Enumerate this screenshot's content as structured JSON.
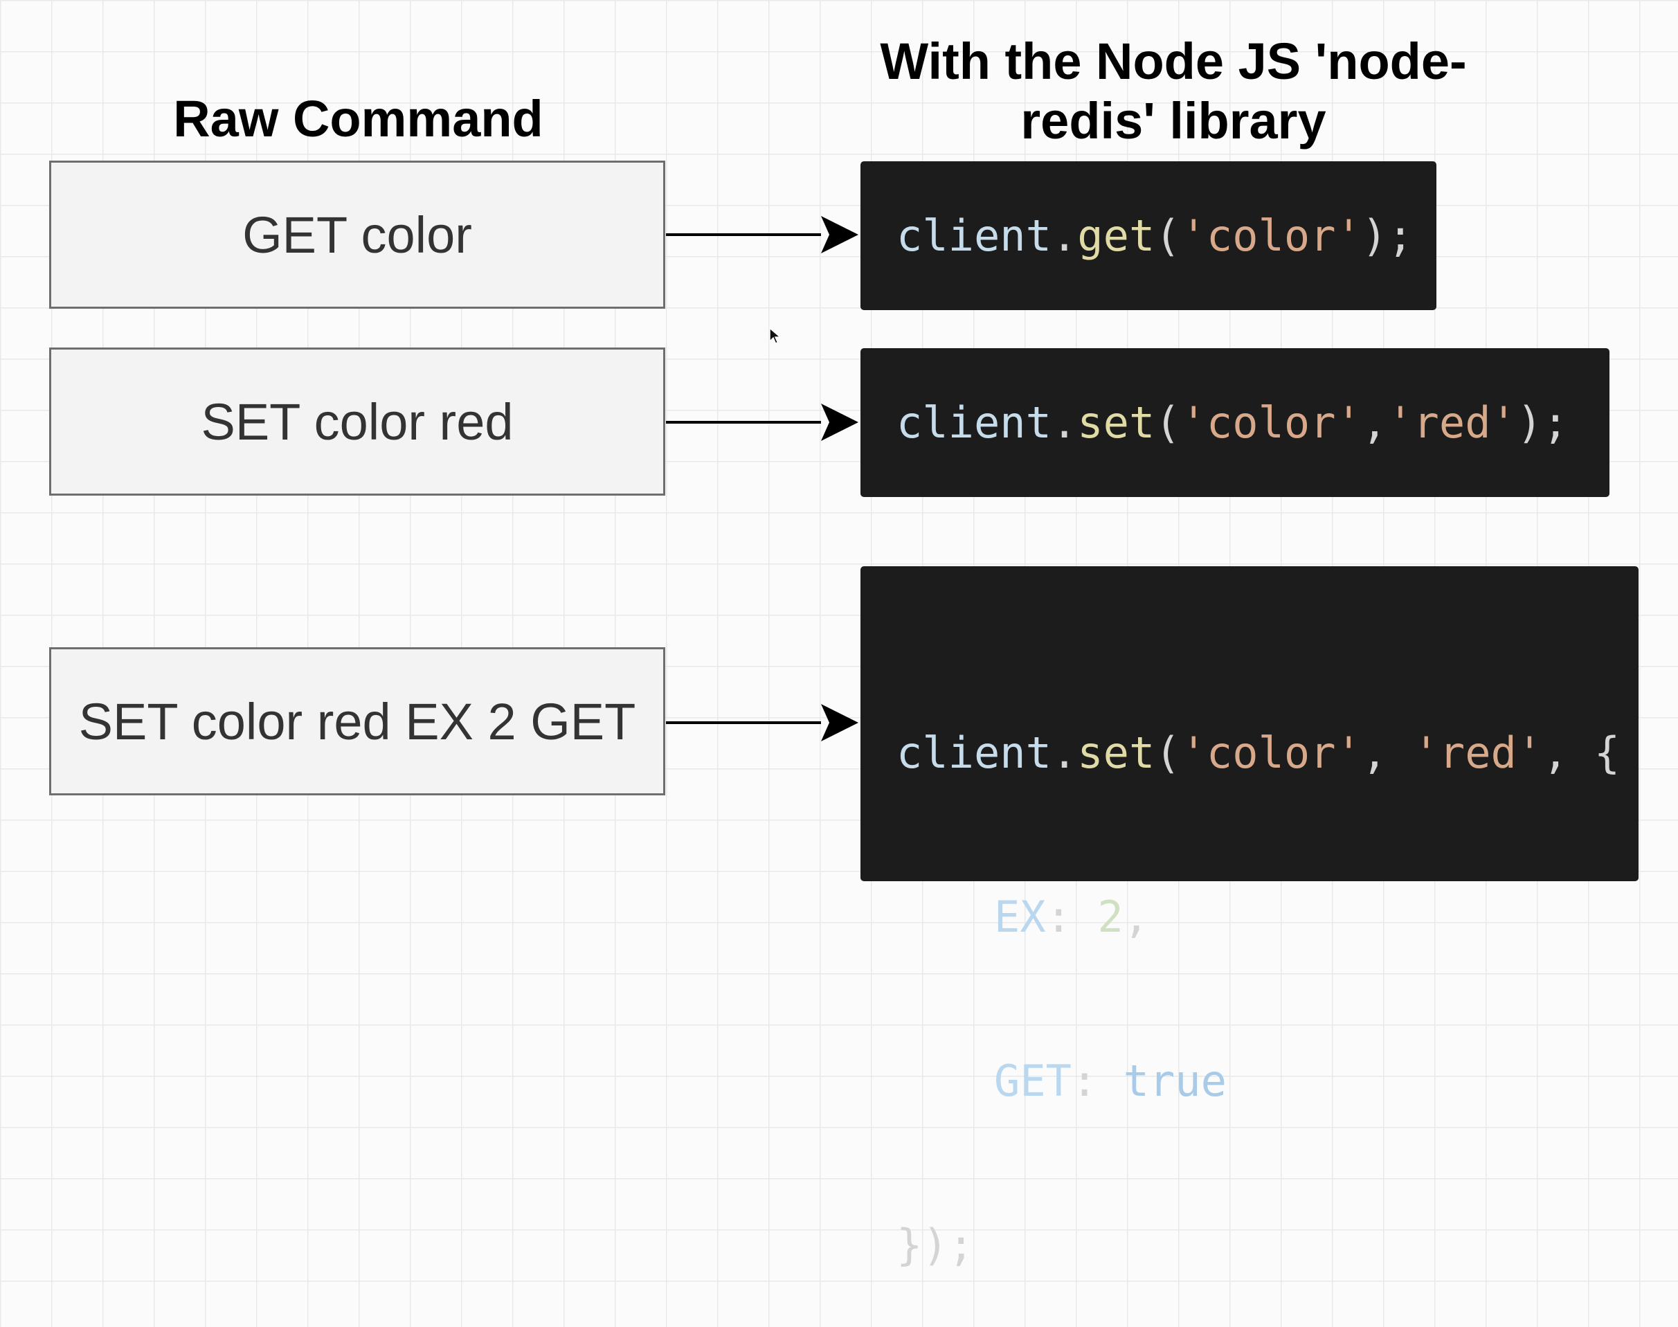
{
  "headings": {
    "left": "Raw Command",
    "right_line1": "With the Node JS 'node-",
    "right_line2": "redis' library"
  },
  "commands": [
    {
      "text": "GET color"
    },
    {
      "text": "SET color red"
    },
    {
      "text": "SET color red EX 2 GET"
    }
  ],
  "code": {
    "c1": {
      "obj": "client",
      "dot": ".",
      "fn": "get",
      "open": "(",
      "s1": "'color'",
      "close": ");"
    },
    "c2": {
      "obj": "client",
      "dot": ".",
      "fn": "set",
      "open": "(",
      "s1": "'color'",
      "comma": ",",
      "s2": "'red'",
      "close": ");"
    },
    "c3": {
      "obj": "client",
      "dot": ".",
      "fn": "set",
      "open": "(",
      "s1": "'color'",
      "comma1": ",",
      "s2": "'red'",
      "comma2": ",",
      "brace": "{",
      "k1": "EX",
      "colon1": ":",
      "v1": "2",
      "comma3": ",",
      "k2": "GET",
      "colon2": ":",
      "v2": "true",
      "end": "});"
    }
  },
  "colors": {
    "code_background": "#1c1c1c",
    "box_background": "#f3f3f3",
    "box_border": "#6e6e6e",
    "string": "#d8a88a",
    "function": "#e0dba6"
  },
  "icons": [
    "arrow-right-icon",
    "mouse-cursor-icon"
  ]
}
